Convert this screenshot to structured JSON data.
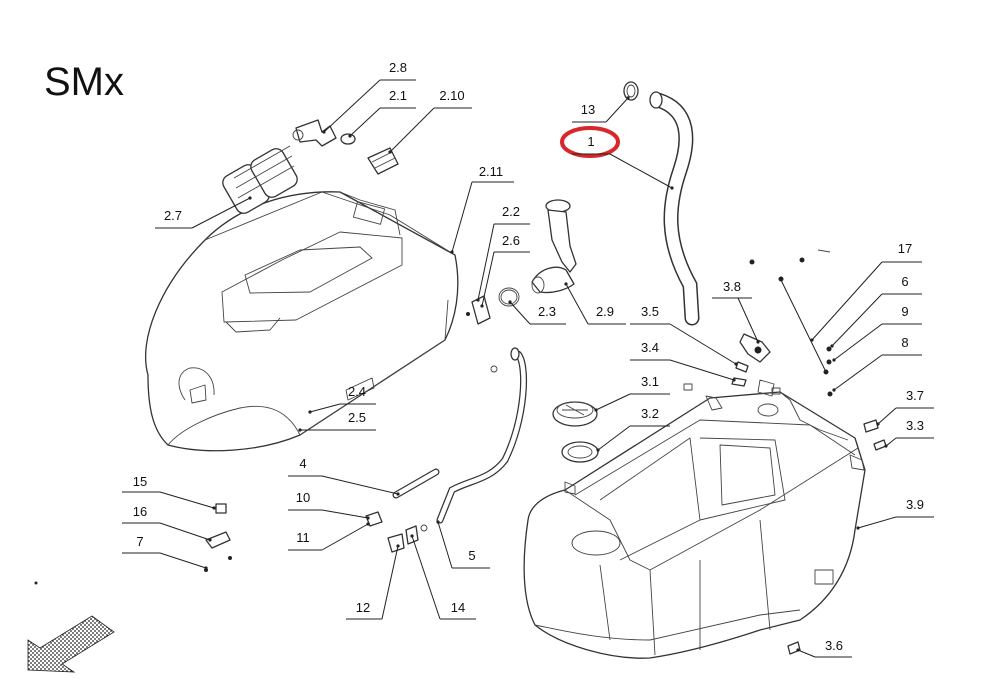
{
  "title": "SMx",
  "highlight_color": "#d9262a",
  "callouts": [
    {
      "id": "2.8"
    },
    {
      "id": "2.1"
    },
    {
      "id": "2.10"
    },
    {
      "id": "13"
    },
    {
      "id": "1",
      "highlighted": true
    },
    {
      "id": "2.7"
    },
    {
      "id": "2.11"
    },
    {
      "id": "2.2"
    },
    {
      "id": "2.6"
    },
    {
      "id": "2.3"
    },
    {
      "id": "2.9"
    },
    {
      "id": "17"
    },
    {
      "id": "6"
    },
    {
      "id": "9"
    },
    {
      "id": "3.8"
    },
    {
      "id": "3.5"
    },
    {
      "id": "8"
    },
    {
      "id": "3.4"
    },
    {
      "id": "3.1"
    },
    {
      "id": "2.4"
    },
    {
      "id": "2.5"
    },
    {
      "id": "3.2"
    },
    {
      "id": "3.7"
    },
    {
      "id": "3.3"
    },
    {
      "id": "4"
    },
    {
      "id": "15"
    },
    {
      "id": "10"
    },
    {
      "id": "16"
    },
    {
      "id": "11"
    },
    {
      "id": "3.9"
    },
    {
      "id": "7"
    },
    {
      "id": "5"
    },
    {
      "id": "12"
    },
    {
      "id": "14"
    },
    {
      "id": "3.6"
    }
  ]
}
